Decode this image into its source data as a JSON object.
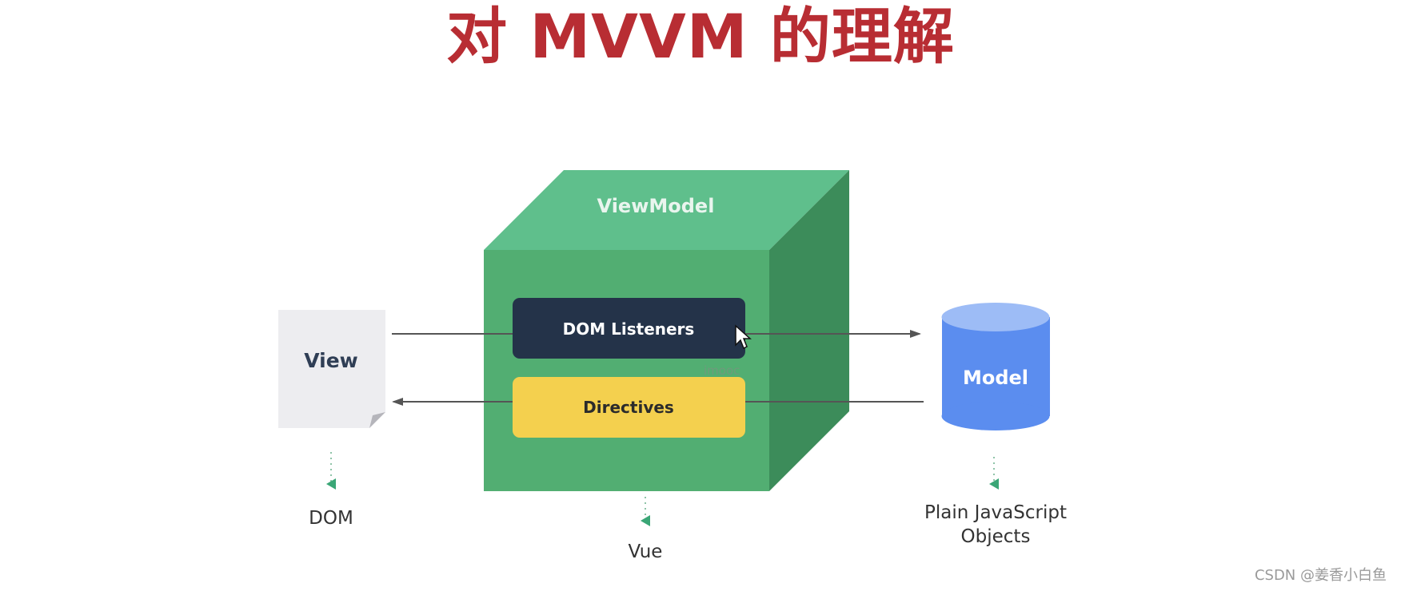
{
  "title": "对 MVVM 的理解",
  "viewmodel": {
    "label": "ViewModel"
  },
  "dom_listeners": {
    "label": "DOM Listeners"
  },
  "directives": {
    "label": "Directives"
  },
  "view": {
    "label": "View"
  },
  "model": {
    "label": "Model"
  },
  "captions": {
    "view": "DOM",
    "viewmodel": "Vue",
    "model_line1": "Plain JavaScript",
    "model_line2": "Objects"
  },
  "inner_watermark": "imooc",
  "watermark": "CSDN @姜香小白鱼",
  "colors": {
    "title": "#b82d33",
    "cube_front": "#52ae72",
    "cube_top": "#5fbf8c",
    "cube_side": "#3c8c5a",
    "listeners_box": "#243349",
    "directives_box": "#f4d04e",
    "model_cylinder": "#5b8def",
    "view_doc": "#ededf0"
  }
}
